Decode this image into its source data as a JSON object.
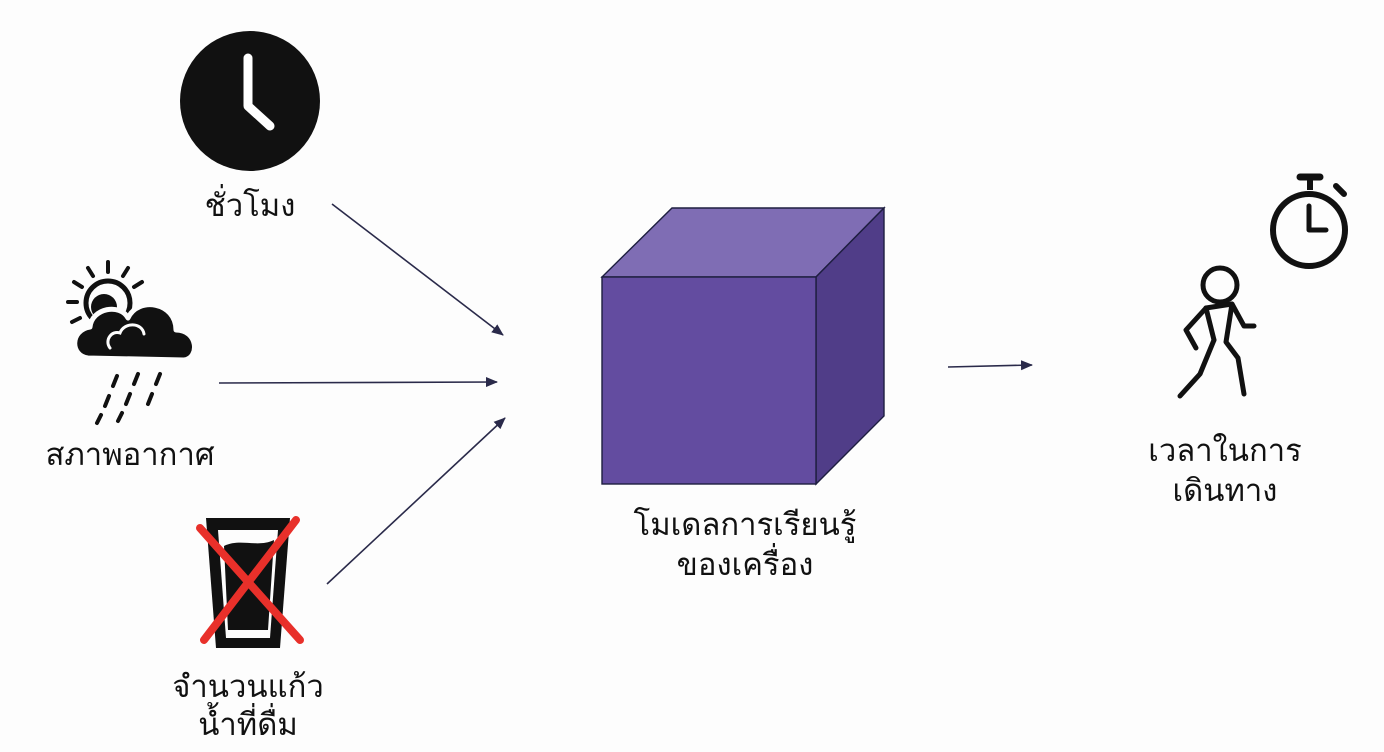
{
  "inputs": {
    "hour": {
      "label": "ชั่วโมง",
      "icon": "clock-icon"
    },
    "weather": {
      "label": "สภาพอากาศ",
      "icon": "weather-sun-cloud-rain-icon"
    },
    "glasses": {
      "label_line1": "จำนวนแก้ว",
      "label_line2": "น้ำที่ดื่ม",
      "icon": "crossed-out-glass-icon"
    }
  },
  "model": {
    "label_line1": "โมเดลการเรียนรู้",
    "label_line2": "ของเครื่อง",
    "icon": "cube-icon"
  },
  "output": {
    "label_line1": "เวลาในการ",
    "label_line2": "เดินทาง",
    "icons": [
      "walking-person-icon",
      "stopwatch-icon"
    ]
  },
  "colors": {
    "cube_front": "#634ca0",
    "cube_top": "#7f6db4",
    "cube_side": "#503d88",
    "arrow": "#2a2a4a",
    "cross": "#e8302a",
    "ink": "#111111"
  }
}
